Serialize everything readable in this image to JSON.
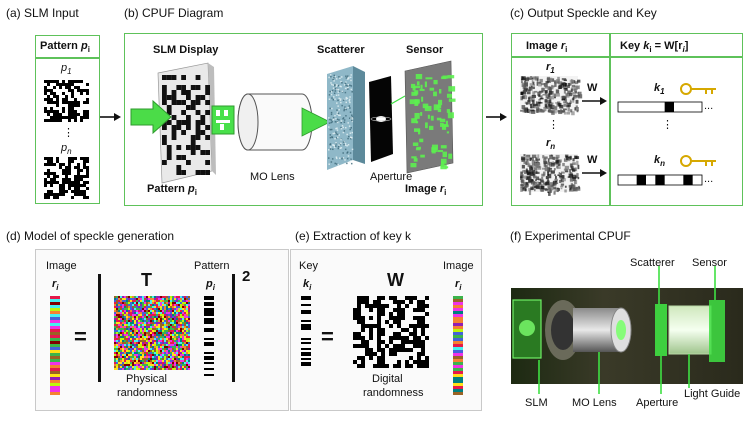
{
  "panels": {
    "a": {
      "caption": "(a) SLM Input",
      "header": "Pattern",
      "header_sym": "p",
      "header_sub": "i",
      "p1": "p",
      "p1_sub": "1",
      "pn": "p",
      "pn_sub": "n",
      "dots": "⋮"
    },
    "b": {
      "caption": "(b) CPUF Diagram",
      "slm_display": "SLM Display",
      "scatterer": "Scatterer",
      "sensor": "Sensor",
      "pattern": "Pattern",
      "pattern_sym": "p",
      "pattern_sub": "i",
      "mo_lens": "MO Lens",
      "aperture": "Aperture",
      "image": "Image",
      "image_sym": "r",
      "image_sub": "i"
    },
    "c": {
      "caption": "(c) Output Speckle and Key",
      "image_head": "Image",
      "image_sym": "r",
      "image_sub": "i",
      "key_head": "Key",
      "key_sym": "k",
      "key_sub": "i",
      "key_eq": "= W[r",
      "key_eq_sub": "i",
      "key_eq_end": "]",
      "r1": "r",
      "r1_sub": "1",
      "rn": "r",
      "rn_sub": "n",
      "k1": "k",
      "k1_sub": "1",
      "kn": "k",
      "kn_sub": "n",
      "w1": "W",
      "w2": "W",
      "ellipsis1": "...",
      "ellipsis2": "...",
      "dots": "⋮"
    },
    "d": {
      "caption": "(d) Model of speckle generation",
      "image_label": "Image",
      "r_sym": "r",
      "r_sub": "i",
      "t_label": "T",
      "pattern_label": "Pattern",
      "p_sym": "p",
      "p_sub": "i",
      "power": "2",
      "equals": "=",
      "phys": "Physical",
      "rand": "randomness"
    },
    "e": {
      "caption": "(e) Extraction of key k",
      "key_label": "Key",
      "k_sym": "k",
      "k_sub": "i",
      "w_label": "W",
      "image_label": "Image",
      "r_sym": "r",
      "r_sub": "i",
      "equals": "=",
      "digital": "Digital",
      "rand": "randomness"
    },
    "f": {
      "caption": "(f) Experimental CPUF",
      "scatterer": "Scatterer",
      "sensor": "Sensor",
      "slm": "SLM",
      "mo_lens": "MO Lens",
      "aperture": "Aperture",
      "light_guide": "Light Guide"
    }
  },
  "colors": {
    "accent_green": "#5ec25a",
    "bright_green": "#3fe043",
    "key_gold": "#d6a800",
    "frame_gray": "#c9c9c9"
  }
}
